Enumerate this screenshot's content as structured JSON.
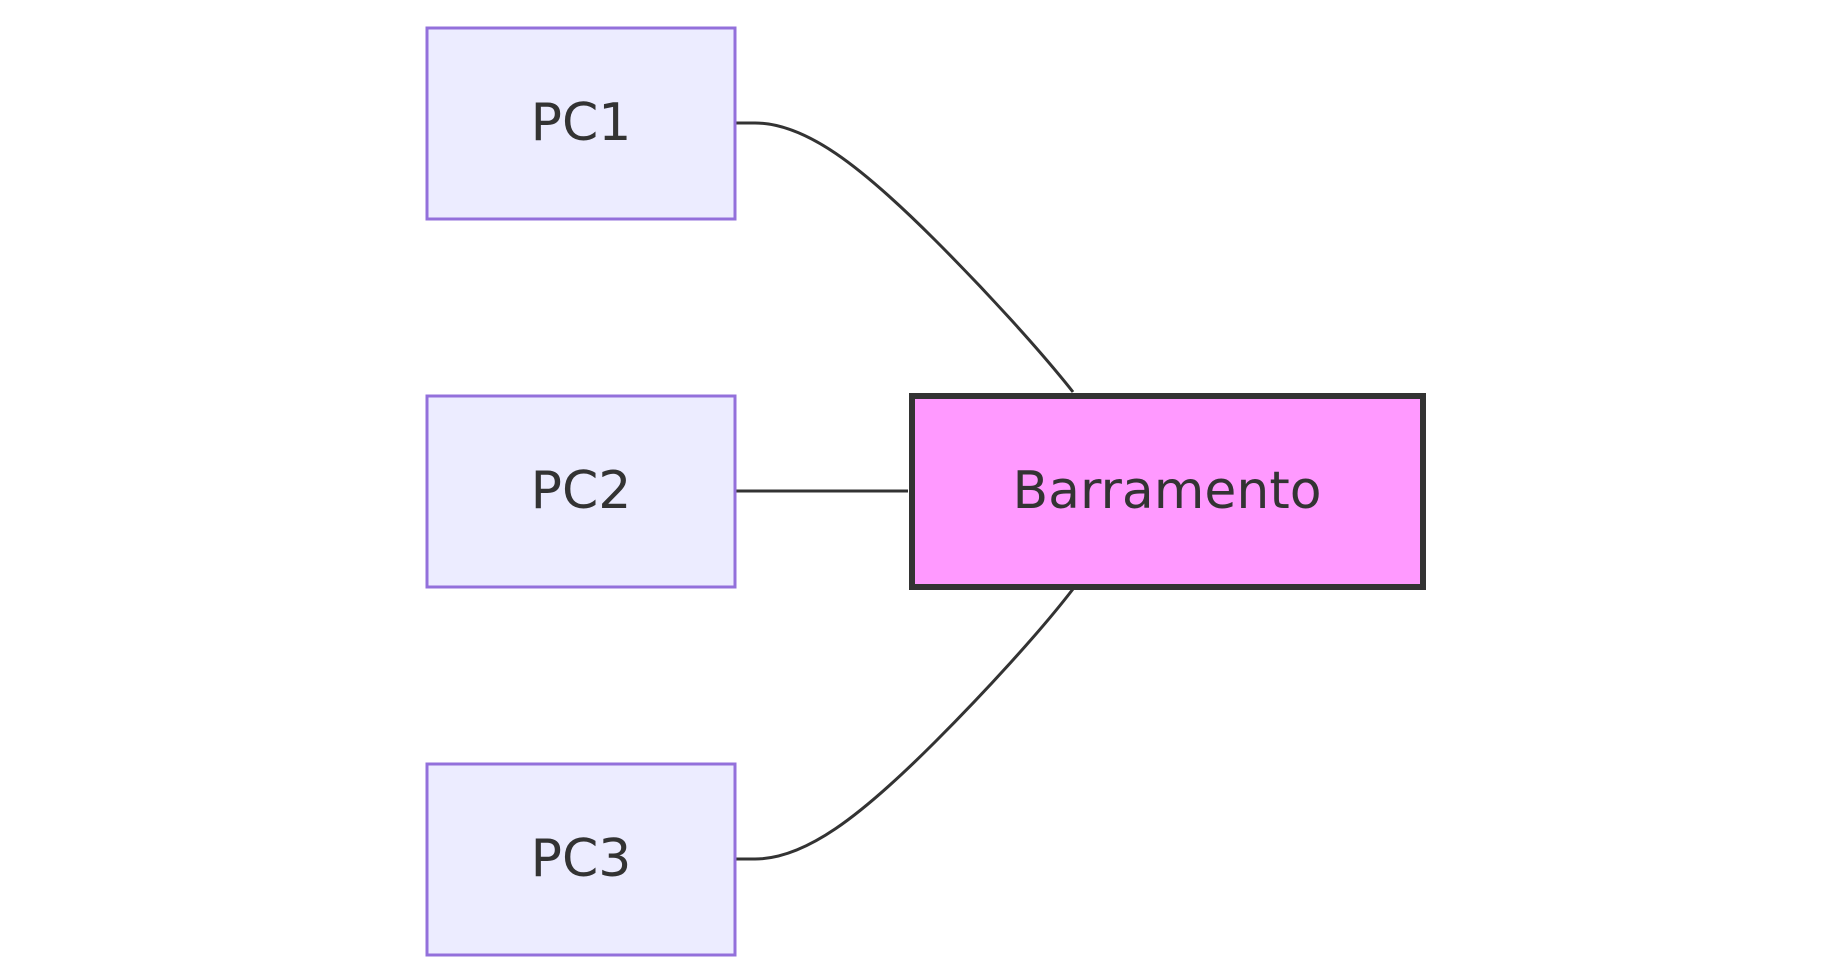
{
  "diagram": {
    "type": "flowchart",
    "colors": {
      "pc_fill": "#ECECFF",
      "pc_stroke": "#9370DB",
      "bus_fill": "#FF99FF",
      "bus_stroke": "#333333",
      "edge": "#333333",
      "text": "#333333"
    },
    "nodes": {
      "pc1": {
        "label": "PC1"
      },
      "pc2": {
        "label": "PC2"
      },
      "pc3": {
        "label": "PC3"
      },
      "bus": {
        "label": "Barramento"
      }
    },
    "edges": [
      {
        "from": "pc1",
        "to": "bus"
      },
      {
        "from": "pc2",
        "to": "bus"
      },
      {
        "from": "pc3",
        "to": "bus"
      }
    ]
  }
}
